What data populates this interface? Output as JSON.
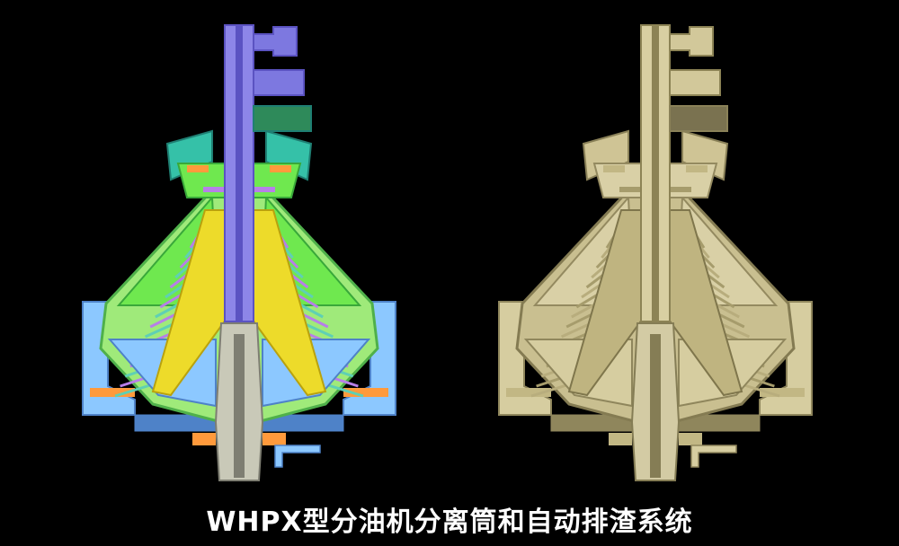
{
  "caption": "WHPX型分油机分离筒和自动排渣系统",
  "diagrams": [
    {
      "variant": "color",
      "colors": {
        "shaft": "#8d86e8",
        "shaft_dark": "#5b53c2",
        "top_pipe": "#7d78e0",
        "pipe_green": "#2e8a5a",
        "hood": "#35c1a8",
        "hood_dark": "#1f7f73",
        "cover": "#6fe84f",
        "cover_dark": "#39a83a",
        "bowl": "#9fea7a",
        "bowl_dark": "#4fb04a",
        "inner_cone": "#eddb2a",
        "inner_cone_dark": "#b9a20e",
        "discs": "#5fd0b4",
        "discs_alt": "#b77fe8",
        "frame": "#8cc8ff",
        "frame_dark": "#4e82c8",
        "orange": "#ff9a3c",
        "spindle": "#c9c9b8",
        "spindle_dark": "#7e7e72"
      }
    },
    {
      "variant": "gold",
      "colors": {
        "shaft": "#d8cfa2",
        "shaft_dark": "#8c8355",
        "top_pipe": "#d2c89a",
        "pipe_green": "#7a7250",
        "hood": "#cfc495",
        "hood_dark": "#8a8158",
        "cover": "#d9d0a6",
        "cover_dark": "#948a60",
        "bowl": "#c9bf90",
        "bowl_dark": "#847b52",
        "inner_cone": "#bfb480",
        "inner_cone_dark": "#7f764c",
        "discs": "#b8ad7d",
        "discs_alt": "#a69c6c",
        "frame": "#d6cda0",
        "frame_dark": "#8f865c",
        "orange": "#c2b784",
        "spindle": "#d3cba4",
        "spindle_dark": "#857d55"
      }
    }
  ]
}
